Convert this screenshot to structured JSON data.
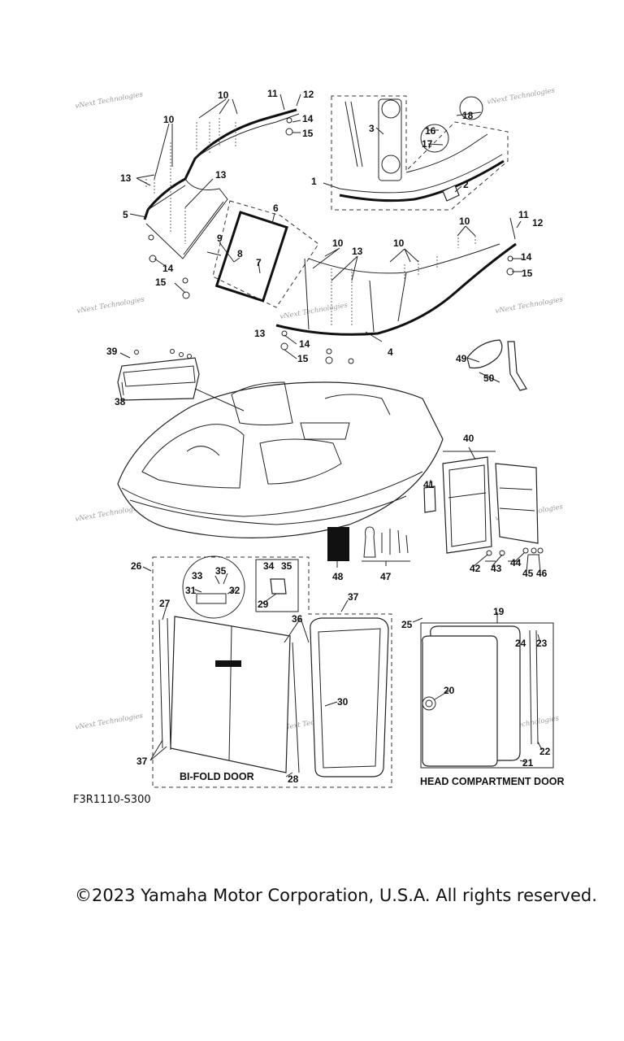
{
  "diagram": {
    "callouts": [
      "1",
      "2",
      "3",
      "4",
      "5",
      "6",
      "7",
      "8",
      "9",
      "10",
      "11",
      "12",
      "13",
      "14",
      "15",
      "16",
      "17",
      "18",
      "19",
      "20",
      "21",
      "22",
      "23",
      "24",
      "25",
      "26",
      "27",
      "28",
      "29",
      "30",
      "31",
      "32",
      "33",
      "34",
      "35",
      "36",
      "37",
      "38",
      "39",
      "40",
      "41",
      "42",
      "43",
      "44",
      "45",
      "46",
      "47",
      "48",
      "49",
      "50"
    ],
    "captions": {
      "bi_fold_door": "BI-FOLD DOOR",
      "head_compartment_door": "HEAD COMPARTMENT DOOR"
    },
    "watermark": "vNext Technologies"
  },
  "footer": {
    "diagram_code": "F3R1110-S300",
    "copyright": "©2023 Yamaha Motor Corporation, U.S.A. All rights reserved."
  }
}
